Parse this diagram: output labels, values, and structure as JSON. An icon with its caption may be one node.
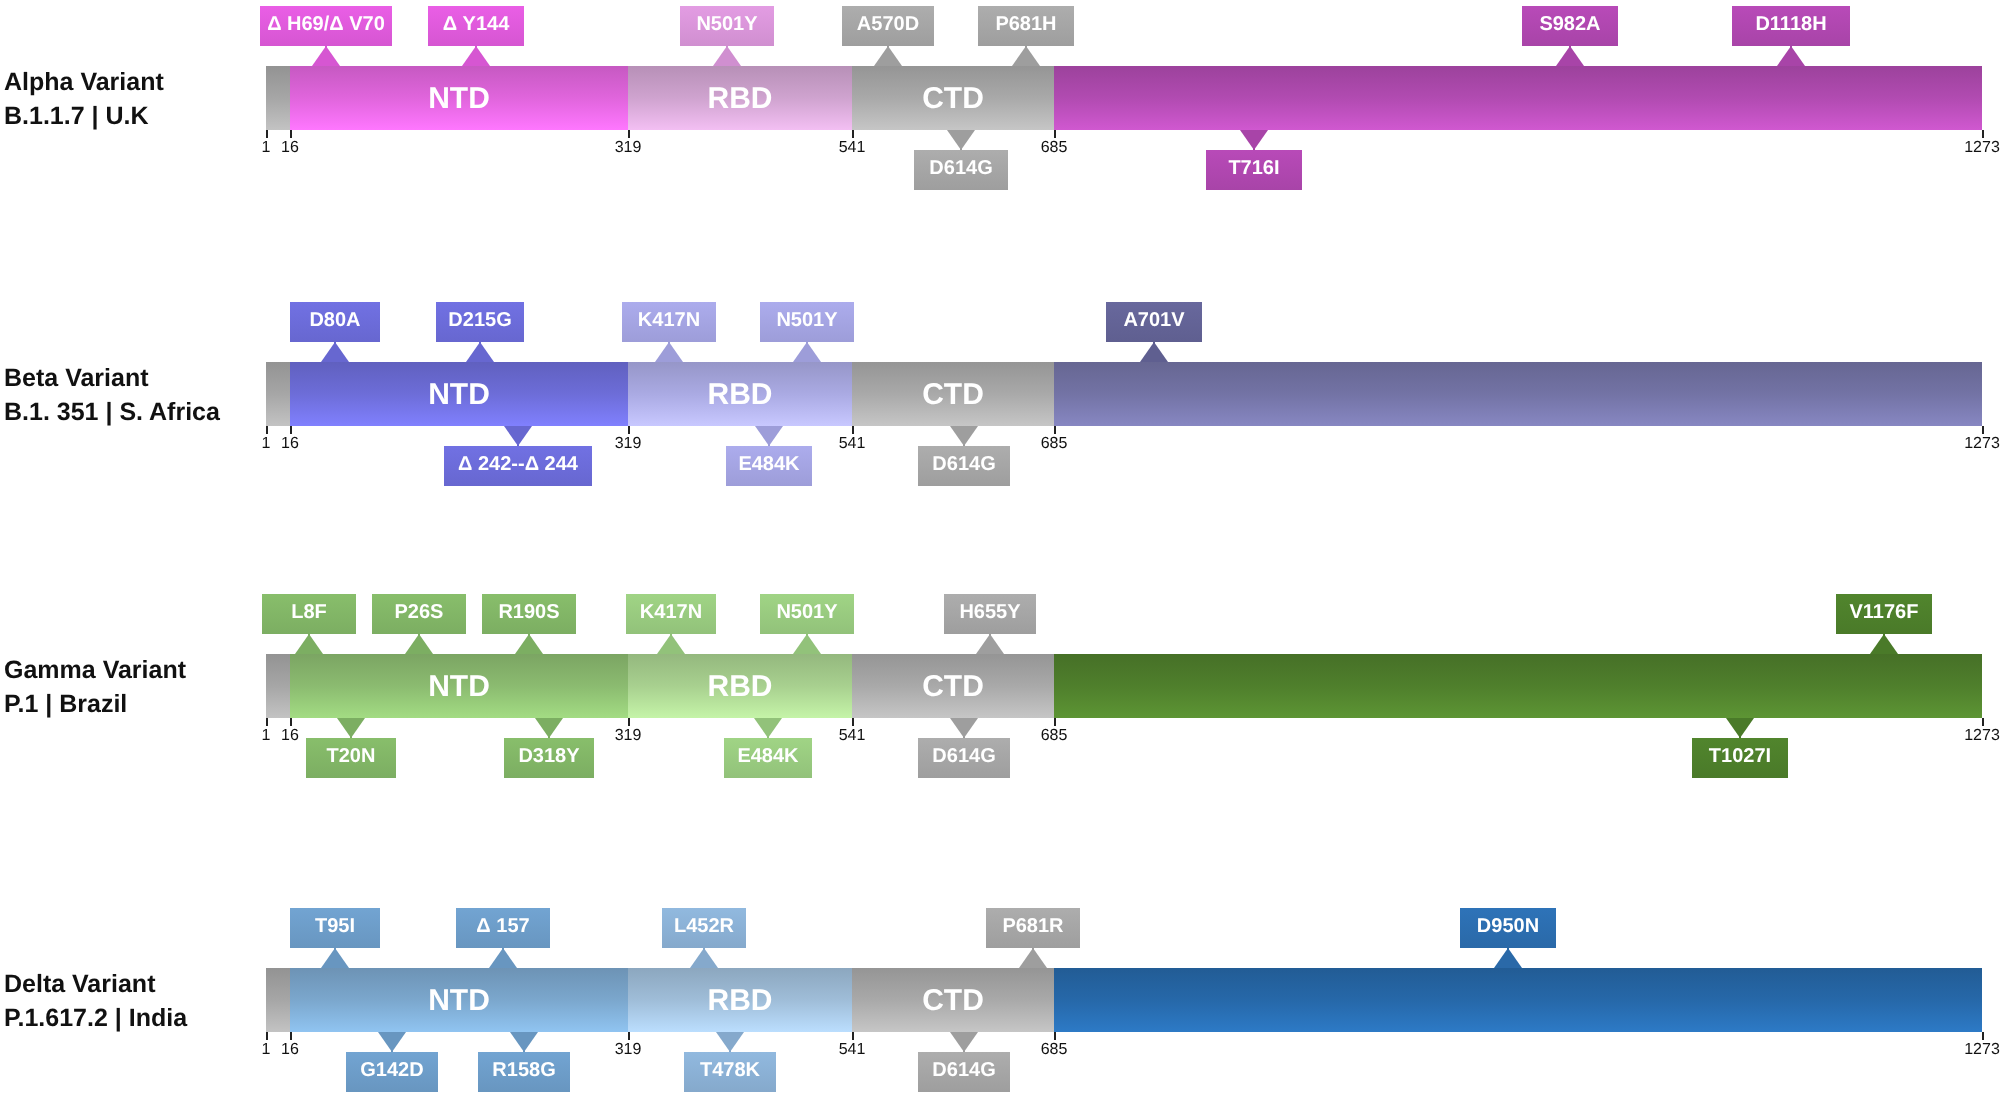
{
  "diagram": {
    "nodes": [
      {
        "text": [
          "Δ H69/Δ V70"
        ]
      },
      {
        "text": [
          "Δ Y144"
        ]
      },
      {
        "text": [
          "N501Y"
        ]
      },
      {
        "text": [
          "A570D"
        ]
      },
      {
        "text": [
          "P681H"
        ]
      },
      {
        "text": [
          "S982A"
        ]
      },
      {
        "text": [
          "D1118H"
        ]
      },
      {
        "text": [],
        "shape": "bar"
      },
      {
        "text": [
          "NTD"
        ]
      },
      {
        "text": [
          "RBD"
        ]
      },
      {
        "text": [
          "CTD"
        ]
      },
      {
        "text": [],
        "shape": "bar"
      },
      {
        "text": [
          "D614G"
        ]
      },
      {
        "text": [
          "T716I"
        ]
      },
      {
        "text": [
          "D80A"
        ]
      },
      {
        "text": [
          "D215G"
        ]
      },
      {
        "text": [
          "K417N"
        ]
      },
      {
        "text": [
          "N501Y"
        ]
      },
      {
        "text": [
          "A701V"
        ]
      },
      {
        "text": [],
        "shape": "bar"
      },
      {
        "text": [
          "NTD"
        ]
      },
      {
        "text": [
          "RBD"
        ]
      },
      {
        "text": [
          "CTD"
        ]
      },
      {
        "text": [],
        "shape": "bar"
      },
      {
        "text": [
          "Δ 242--Δ 244"
        ]
      },
      {
        "text": [
          "E484K"
        ]
      },
      {
        "text": [
          "D614G"
        ]
      },
      {
        "text": [
          "L8F"
        ]
      },
      {
        "text": [
          "P26S"
        ]
      },
      {
        "text": [
          "R190S"
        ]
      },
      {
        "text": [
          "K417N"
        ]
      },
      {
        "text": [
          "N501Y"
        ]
      },
      {
        "text": [
          "H655Y"
        ]
      },
      {
        "text": [
          "V1176F"
        ]
      },
      {
        "text": [],
        "shape": "bar"
      },
      {
        "text": [
          "NTD"
        ]
      },
      {
        "text": [
          "RBD"
        ]
      },
      {
        "text": [
          "CTD"
        ]
      },
      {
        "text": [],
        "shape": "bar"
      },
      {
        "text": [
          "T20N"
        ]
      },
      {
        "text": [
          "D318Y"
        ]
      },
      {
        "text": [
          "E484K"
        ]
      },
      {
        "text": [
          "D614G"
        ]
      },
      {
        "text": [
          "T1027I"
        ]
      },
      {
        "text": [
          "T95I"
        ]
      },
      {
        "text": [
          "Δ 157"
        ]
      },
      {
        "text": [
          "L452R"
        ]
      },
      {
        "text": [
          "P681R"
        ]
      },
      {
        "text": [
          "D950N"
        ]
      },
      {
        "text": [],
        "shape": "bar"
      },
      {
        "text": [
          "NTD"
        ]
      },
      {
        "text": [
          "RBD"
        ]
      },
      {
        "text": [
          "CTD"
        ]
      },
      {
        "text": [],
        "shape": "bar"
      },
      {
        "text": [
          "G142D"
        ]
      },
      {
        "text": [
          "R158G"
        ]
      },
      {
        "text": [
          "T478K"
        ]
      },
      {
        "text": [
          "D614G"
        ]
      }
    ],
    "edges": [
      {
        "from": 8,
        "to": 0,
        "arrow": "to"
      },
      {
        "from": 8,
        "to": 1,
        "arrow": "to"
      },
      {
        "from": 9,
        "to": 2,
        "arrow": "to"
      },
      {
        "from": 10,
        "to": 3,
        "arrow": "to"
      },
      {
        "from": 10,
        "to": 4,
        "arrow": "to"
      },
      {
        "from": 11,
        "to": 5,
        "arrow": "to"
      },
      {
        "from": 11,
        "to": 6,
        "arrow": "to"
      },
      {
        "from": 10,
        "to": 12,
        "arrow": "to"
      },
      {
        "from": 11,
        "to": 13,
        "arrow": "to"
      },
      {
        "from": 20,
        "to": 14,
        "arrow": "to"
      },
      {
        "from": 20,
        "to": 15,
        "arrow": "to"
      },
      {
        "from": 21,
        "to": 16,
        "arrow": "to"
      },
      {
        "from": 21,
        "to": 17,
        "arrow": "to"
      },
      {
        "from": 23,
        "to": 18,
        "arrow": "to"
      },
      {
        "from": 20,
        "to": 24,
        "arrow": "to"
      },
      {
        "from": 21,
        "to": 25,
        "arrow": "to"
      },
      {
        "from": 22,
        "to": 26,
        "arrow": "to"
      },
      {
        "from": 35,
        "to": 27,
        "arrow": "to"
      },
      {
        "from": 35,
        "to": 28,
        "arrow": "to"
      },
      {
        "from": 35,
        "to": 29,
        "arrow": "to"
      },
      {
        "from": 36,
        "to": 30,
        "arrow": "to"
      },
      {
        "from": 36,
        "to": 31,
        "arrow": "to"
      },
      {
        "from": 37,
        "to": 32,
        "arrow": "to"
      },
      {
        "from": 38,
        "to": 33,
        "arrow": "to",
        "color": "#4a7a29"
      },
      {
        "from": 35,
        "to": 39,
        "arrow": "to"
      },
      {
        "from": 35,
        "to": 40,
        "arrow": "to"
      },
      {
        "from": 36,
        "to": 41,
        "arrow": "to"
      },
      {
        "from": 37,
        "to": 42,
        "arrow": "to"
      },
      {
        "from": 38,
        "to": 43,
        "arrow": "to",
        "color": "#4a7a29"
      },
      {
        "from": 50,
        "to": 44,
        "arrow": "to"
      },
      {
        "from": 50,
        "to": 45,
        "arrow": "to"
      },
      {
        "from": 51,
        "to": 46,
        "arrow": "to"
      },
      {
        "from": 52,
        "to": 47,
        "arrow": "to"
      },
      {
        "from": 53,
        "to": 48,
        "arrow": "to",
        "color": "#2a69a8"
      },
      {
        "from": 50,
        "to": 54,
        "arrow": "to"
      },
      {
        "from": 50,
        "to": 55,
        "arrow": "to"
      },
      {
        "from": 51,
        "to": 56,
        "arrow": "to"
      },
      {
        "from": 52,
        "to": 57,
        "arrow": "to"
      }
    ],
    "labels": [
      "Alpha Variant",
      "B.1.1.7 | U.K",
      "1",
      "16",
      "319",
      "541",
      "685",
      "1273",
      "Beta Variant",
      "B.1. 351 | S. Africa",
      "1",
      "16",
      "319",
      "541",
      "685",
      "1273",
      "Gamma Variant",
      "P.1 | Brazil",
      "1",
      "16",
      "319",
      "541",
      "685",
      "1273",
      "Delta Variant",
      "P.1.617.2 | India",
      "1",
      "16",
      "319",
      "541",
      "685",
      "1273"
    ]
  }
}
